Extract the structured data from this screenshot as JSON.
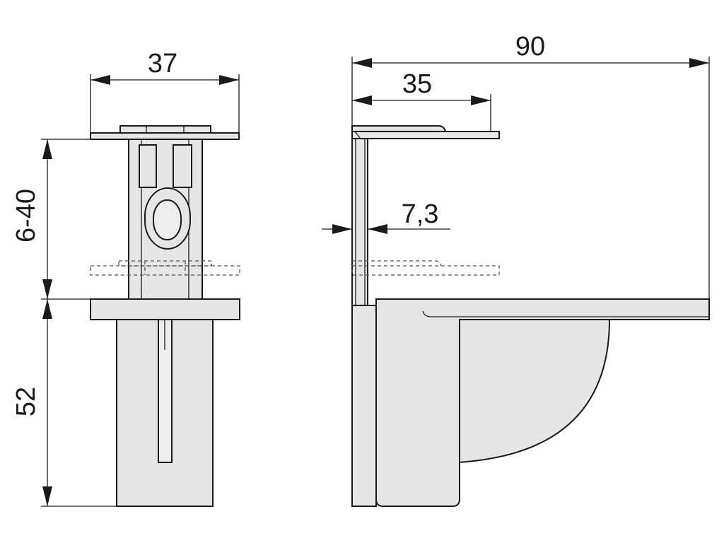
{
  "dimensions": {
    "front_width": "37",
    "shelf_thickness_range": "6-40",
    "base_height": "52",
    "total_depth": "90",
    "top_plate_depth": "35",
    "glass_thickness": "7,3"
  },
  "colors": {
    "part_fill": "#e6e6e6",
    "line": "#1a1a1a"
  }
}
